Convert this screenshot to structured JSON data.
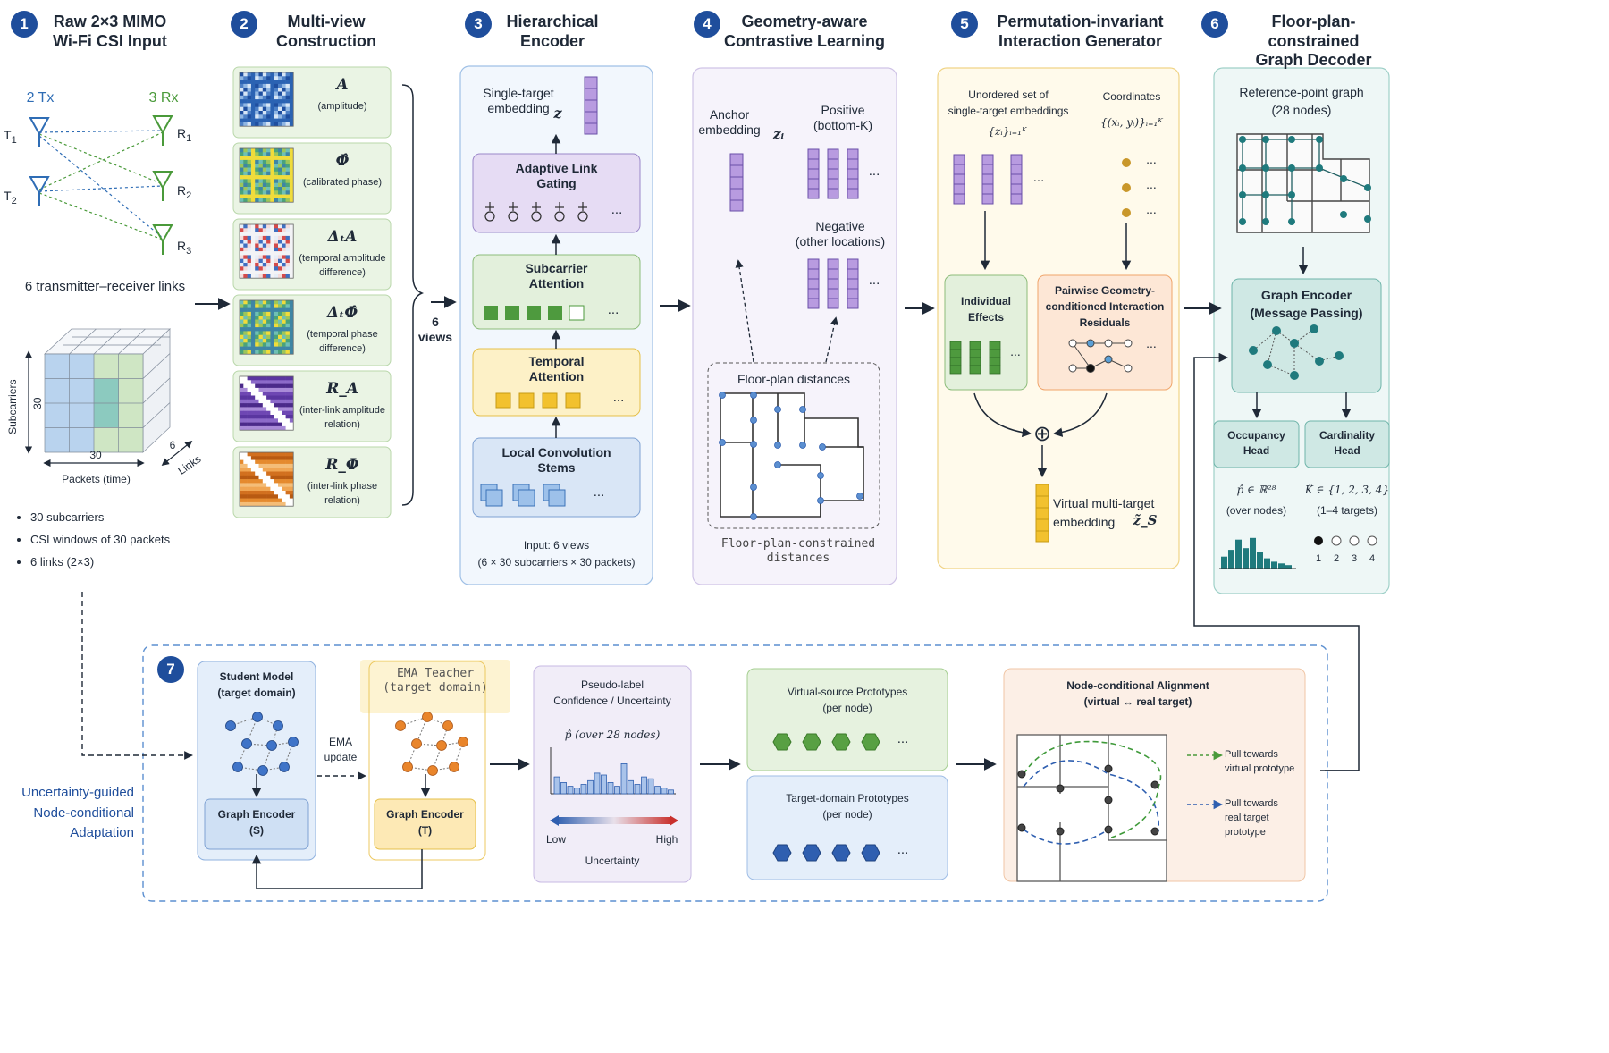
{
  "stages": [
    {
      "num": "1",
      "title": "Raw 2×3 MIMO\nWi-Fi CSI Input"
    },
    {
      "num": "2",
      "title": "Multi-view\nConstruction"
    },
    {
      "num": "3",
      "title": "Hierarchical\nEncoder"
    },
    {
      "num": "4",
      "title": "Geometry-aware\nContrastive Learning"
    },
    {
      "num": "5",
      "title": "Permutation-invariant\nInteraction Generator"
    },
    {
      "num": "6",
      "title": "Floor-plan-constrained\nGraph Decoder"
    },
    {
      "num": "7",
      "title": ""
    }
  ],
  "stage1": {
    "tx_label": "2 Tx",
    "rx_label": "3 Rx",
    "tx": [
      "T",
      "T"
    ],
    "tx_sub": [
      "1",
      "2"
    ],
    "rx": [
      "R",
      "R",
      "R"
    ],
    "rx_sub": [
      "1",
      "2",
      "3"
    ],
    "links_caption": "6 transmitter–receiver links",
    "cube_y_label": "Subcarriers",
    "cube_y_value": "30",
    "cube_x_value": "30",
    "cube_x_label": "Packets (time)",
    "cube_z_value": "6",
    "cube_z_label": "Links",
    "bullets": [
      "30 subcarriers",
      "CSI windows of 30 packets",
      "6 links (2×3)"
    ],
    "colors": {
      "tx": "#2f6db5",
      "rx": "#4a9a3a"
    }
  },
  "stage2": {
    "views": [
      {
        "symbol": "A",
        "desc": "(amplitude)",
        "palette": "blue-noise"
      },
      {
        "symbol": "Φ̂",
        "desc": "(calibrated phase)",
        "palette": "viridis-noise"
      },
      {
        "symbol": "ΔₜA",
        "desc": "(temporal amplitude\ndifference)",
        "palette": "redblue-noise"
      },
      {
        "symbol": "ΔₜΦ̂",
        "desc": "(temporal phase\ndifference)",
        "palette": "viridis-noise"
      },
      {
        "symbol": "R_A",
        "desc": "(inter-link amplitude\nrelation)",
        "palette": "purple-matrix"
      },
      {
        "symbol": "R_Φ",
        "desc": "(inter-link phase\nrelation)",
        "palette": "orange-matrix"
      }
    ],
    "views_label": "6\nviews"
  },
  "stage3": {
    "embedding_label": "Single-target\nembedding",
    "embedding_symbol": "z",
    "blocks": [
      {
        "label": "Adaptive Link\nGating",
        "color": "#e6dcf4",
        "border": "#9b87c9"
      },
      {
        "label": "Subcarrier\nAttention",
        "color": "#e3f0dc",
        "border": "#8cbc7a"
      },
      {
        "label": "Temporal\nAttention",
        "color": "#fdf1c7",
        "border": "#e5c04a"
      },
      {
        "label": "Local Convolution\nStems",
        "color": "#d9e6f6",
        "border": "#7fa2d3"
      }
    ],
    "ellipsis": "...",
    "input_caption": "Input: 6 views\n(6 × 30 subcarriers × 30 packets)"
  },
  "stage4": {
    "anchor_label": "Anchor\nembedding",
    "anchor_symbol": "zᵢ",
    "positive_label": "Positive\n(bottom-K)",
    "negative_label": "Negative\n(other locations)",
    "ellipsis": "...",
    "floorplan_title": "Floor-plan distances",
    "floorplan_caption": "Floor-plan-constrained\ndistances"
  },
  "stage5": {
    "set_label": "Unordered set of\nsingle-target embeddings",
    "set_symbol": "{zᵢ}ᵢ₌₁ᴷ",
    "coords_label": "Coordinates",
    "coords_symbol": "{(xᵢ, yᵢ)}ᵢ₌₁ᴷ",
    "ellipsis": "...",
    "individual_label": "Individual\nEffects",
    "pairwise_label": "Pairwise Geometry-\nconditioned Interaction\nResiduals",
    "plus": "⊕",
    "output_label": "Virtual multi-target\nembedding",
    "output_symbol": "z̃_S"
  },
  "stage6": {
    "graph_title": "Reference-point graph\n(28 nodes)",
    "encoder_label": "Graph Encoder\n(Message Passing)",
    "occupancy_label": "Occupancy\nHead",
    "cardinality_label": "Cardinality\nHead",
    "occupancy_symbol": "p̂ ∈ ℝ²⁸",
    "occupancy_sub": "(over nodes)",
    "cardinality_symbol": "K̂ ∈ {1, 2, 3, 4}",
    "cardinality_sub": "(1–4 targets)",
    "card_ticks": [
      "1",
      "2",
      "3",
      "4"
    ],
    "occupancy_bars": [
      0.35,
      0.55,
      0.85,
      0.6,
      0.9,
      0.5,
      0.3,
      0.2,
      0.15,
      0.1
    ]
  },
  "stage7": {
    "side_label": "Uncertainty-guided\nNode-conditional\nAdaptation",
    "student_title": "Student Model\n(target domain)",
    "student_encoder": "Graph Encoder\n(S)",
    "ema_label": "EMA\nupdate",
    "teacher_title": "EMA Teacher\n(target domain)",
    "teacher_encoder": "Graph Encoder\n(T)",
    "pseudo_title": "Pseudo-label\nConfidence / Uncertainty",
    "pseudo_symbol": "p̂  (over 28 nodes)",
    "pseudo_bars": [
      0.45,
      0.3,
      0.2,
      0.15,
      0.25,
      0.35,
      0.55,
      0.5,
      0.3,
      0.2,
      0.8,
      0.35,
      0.25,
      0.45,
      0.4,
      0.2,
      0.15,
      0.1
    ],
    "low_label": "Low",
    "high_label": "High",
    "uncertainty_label": "Uncertainty",
    "virtual_proto_title": "Virtual-source Prototypes\n(per node)",
    "target_proto_title": "Target-domain Prototypes\n(per node)",
    "ellipsis": "...",
    "align_title": "Node-conditional Alignment\n(virtual ↔ real target)",
    "pull_virtual": "Pull towards\nvirtual prototype",
    "pull_real": "Pull towards\nreal target\nprototype"
  }
}
